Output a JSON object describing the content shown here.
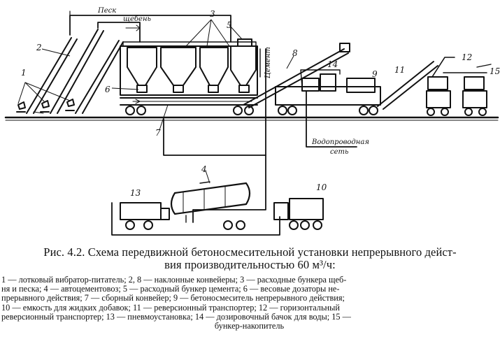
{
  "figure": {
    "labels": {
      "sand": "Песк",
      "gravel": "щебень",
      "cement": "Цемент",
      "water_line_1": "Водопроводная",
      "water_line_2": "сеть"
    },
    "callouts": [
      "1",
      "2",
      "3",
      "4",
      "5",
      "6",
      "7",
      "8",
      "9",
      "10",
      "11",
      "12",
      "13",
      "14",
      "15"
    ]
  },
  "caption": {
    "title_line1": "Рис. 4.2. Схема передвижной бетоносмесительной установки непрерывного дейст-",
    "title_line2": "вия производительностью 60 м³/ч:",
    "legend": [
      "1 — лотковый вибратор-питатель; 2, 8 — наклонные конвейеры; 3 — расходные бункера щеб-",
      "ня и песка; 4 — автоцементовоз; 5 — расходный бункер цемента; 6 — весовые дозаторы не-",
      "прерывного действия; 7 — сборный конвейер; 9 — бетоносмеситель непрерывного действия;",
      "10 — емкость для жидких добавок; 11 — реверсионный транспортер; 12 — горизонтальный",
      "реверсионный транспортер; 13 — пневмоустановка; 14 — дозировочный бачок для воды; 15 —",
      "бункер-накопитель"
    ]
  }
}
